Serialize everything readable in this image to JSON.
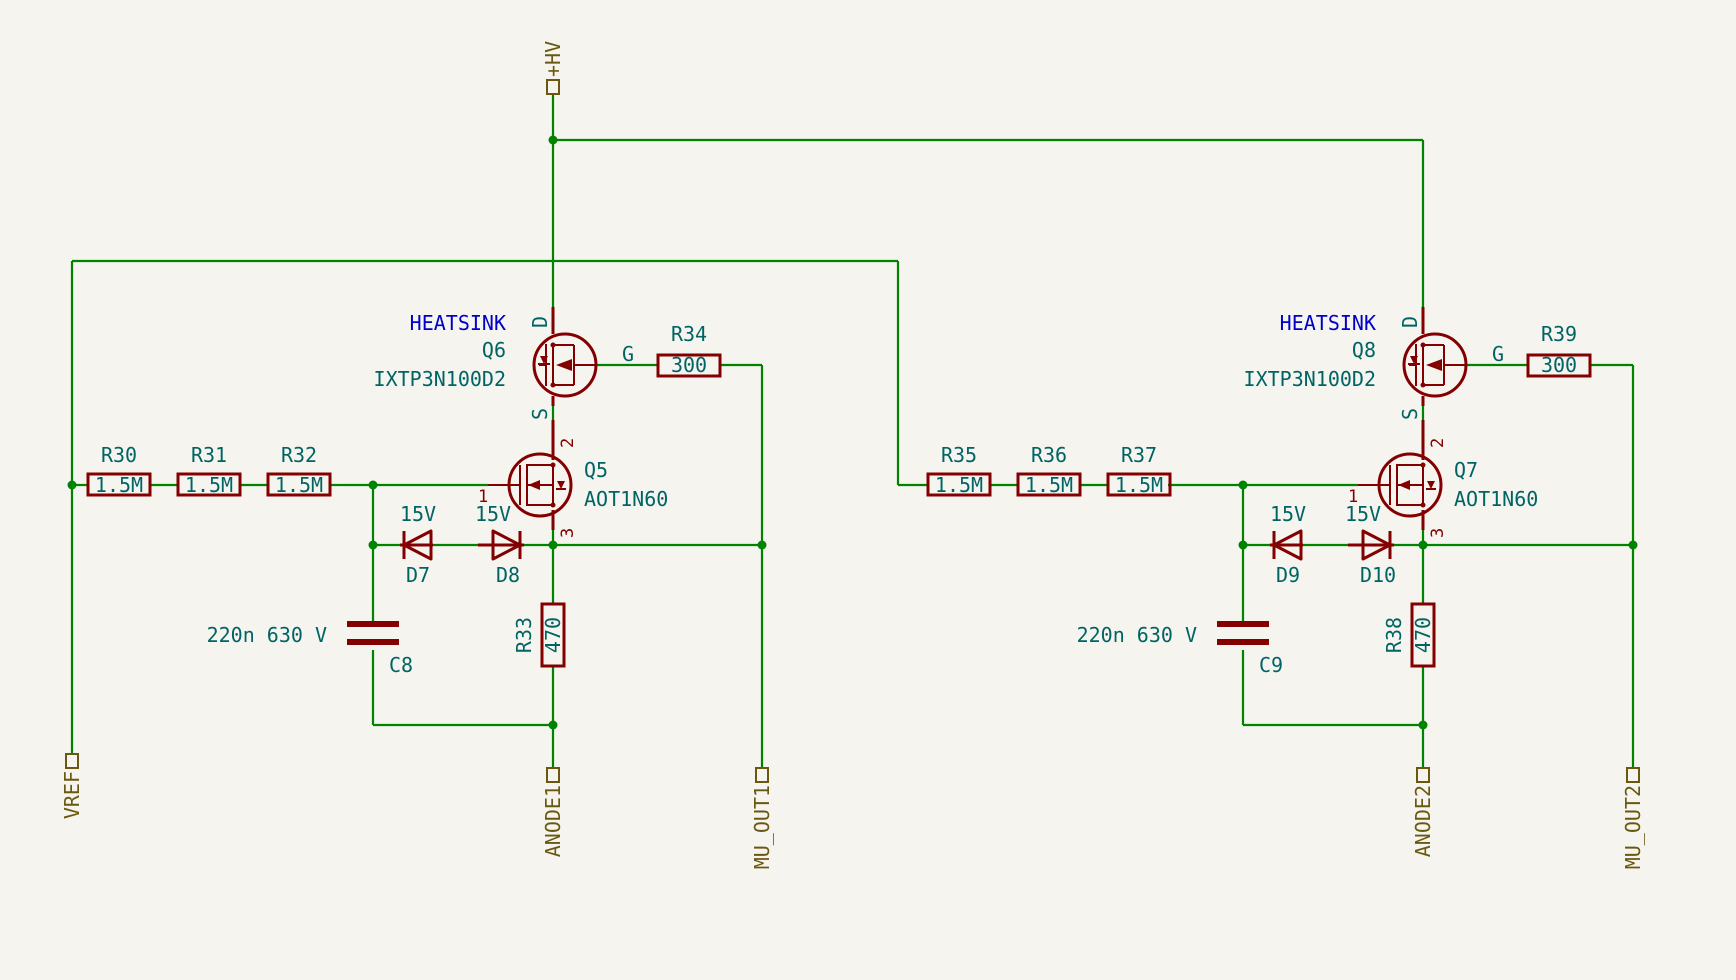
{
  "ports": {
    "hv": "+HV",
    "vref": "VREF"
  },
  "colors": {
    "background": "#f5f4ef",
    "wire": "#008400",
    "component": "#840000",
    "label": "#006464",
    "heatsink": "#0000c8",
    "port": "#6b5810"
  },
  "stages": [
    {
      "heatsink": "HEATSINK",
      "q_top": {
        "ref": "Q6",
        "value": "IXTP3N100D2",
        "pin_d": "D",
        "pin_s": "S",
        "pin_g": "G"
      },
      "r_gate": {
        "ref": "R34",
        "value": "300"
      },
      "q_bottom": {
        "ref": "Q5",
        "value": "AOT1N60",
        "pin1": "1",
        "pin2": "2",
        "pin3": "3"
      },
      "r_chain": [
        {
          "ref": "R30",
          "value": "1.5M"
        },
        {
          "ref": "R31",
          "value": "1.5M"
        },
        {
          "ref": "R32",
          "value": "1.5M"
        }
      ],
      "d_left": {
        "ref": "D7",
        "value": "15V"
      },
      "d_right": {
        "ref": "D8",
        "value": "15V"
      },
      "cap": {
        "ref": "C8",
        "value": "220n 630 V"
      },
      "r_source": {
        "ref": "R33",
        "value": "470"
      },
      "anode": "ANODE1",
      "mu_out": "MU_OUT1"
    },
    {
      "heatsink": "HEATSINK",
      "q_top": {
        "ref": "Q8",
        "value": "IXTP3N100D2",
        "pin_d": "D",
        "pin_s": "S",
        "pin_g": "G"
      },
      "r_gate": {
        "ref": "R39",
        "value": "300"
      },
      "q_bottom": {
        "ref": "Q7",
        "value": "AOT1N60",
        "pin1": "1",
        "pin2": "2",
        "pin3": "3"
      },
      "r_chain": [
        {
          "ref": "R35",
          "value": "1.5M"
        },
        {
          "ref": "R36",
          "value": "1.5M"
        },
        {
          "ref": "R37",
          "value": "1.5M"
        }
      ],
      "d_left": {
        "ref": "D9",
        "value": "15V"
      },
      "d_right": {
        "ref": "D10",
        "value": "15V"
      },
      "cap": {
        "ref": "C9",
        "value": "220n 630 V"
      },
      "r_source": {
        "ref": "R38",
        "value": "470"
      },
      "anode": "ANODE2",
      "mu_out": "MU_OUT2"
    }
  ]
}
